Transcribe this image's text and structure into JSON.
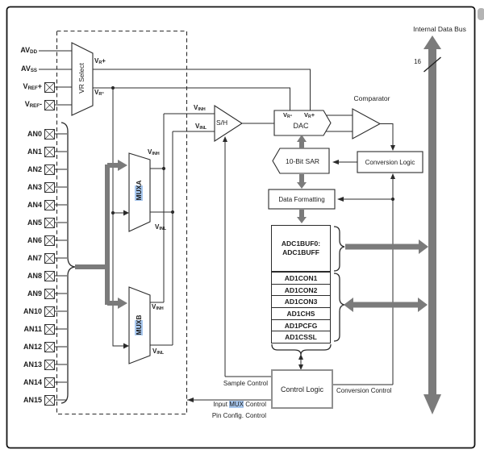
{
  "diagram": {
    "internal_data_bus": {
      "label": "Internal Data Bus",
      "bus_width": "16"
    },
    "supply_pins": [
      {
        "id": "avdd",
        "segs": [
          {
            "t": "AV"
          },
          {
            "t": "DD",
            "sub": true
          }
        ],
        "has_pad": false
      },
      {
        "id": "avss",
        "segs": [
          {
            "t": "AV"
          },
          {
            "t": "SS",
            "sub": true
          }
        ],
        "has_pad": false
      },
      {
        "id": "vref+",
        "segs": [
          {
            "t": "V"
          },
          {
            "t": "REF",
            "sub": true
          },
          {
            "t": "+"
          }
        ],
        "has_pad": true
      },
      {
        "id": "vref-",
        "segs": [
          {
            "t": "V"
          },
          {
            "t": "REF",
            "sub": true
          },
          {
            "t": "-"
          }
        ],
        "has_pad": true
      }
    ],
    "analog_pins": [
      "AN0",
      "AN1",
      "AN2",
      "AN3",
      "AN4",
      "AN5",
      "AN6",
      "AN7",
      "AN8",
      "AN9",
      "AN10",
      "AN11",
      "AN12",
      "AN13",
      "AN14",
      "AN15"
    ],
    "blocks": {
      "vr_select": "VR Select",
      "sh": "S/H",
      "dac": "DAC",
      "comparator": "Comparator",
      "sar": "10-Bit SAR",
      "conversion_logic": "Conversion Logic",
      "data_formatting": "Data Formatting",
      "control_logic": "Control Logic",
      "buffer": [
        "ADC1BUF0:",
        "ADC1BUFF"
      ],
      "registers": [
        "AD1CON1",
        "AD1CON2",
        "AD1CON3",
        "AD1CHS",
        "AD1PCFG",
        "AD1CSSL"
      ]
    },
    "mux_a": [
      {
        "t": "MUX",
        "hl": true
      },
      {
        "t": " A"
      }
    ],
    "mux_b": [
      {
        "t": "MUX",
        "hl": true
      },
      {
        "t": " B"
      }
    ],
    "wire_labels": {
      "vr_plus": [
        {
          "t": "V"
        },
        {
          "t": "R",
          "sub": true
        },
        {
          "t": "+"
        }
      ],
      "vr_minus": [
        {
          "t": "V"
        },
        {
          "t": "R",
          "sub": true
        },
        {
          "t": "-"
        }
      ],
      "vinh": [
        {
          "t": "V"
        },
        {
          "t": "INH",
          "sub": true
        }
      ],
      "vinl": [
        {
          "t": "V"
        },
        {
          "t": "INL",
          "sub": true
        }
      ]
    },
    "control_labels": {
      "sample": "Sample Control",
      "input_mux": [
        {
          "t": "Input "
        },
        {
          "t": "MUX",
          "hl": true
        },
        {
          "t": " Control"
        }
      ],
      "pin_config": "Pin Config. Control",
      "conversion": "Conversion Control"
    },
    "colors": {
      "line": "#2b2b2b",
      "bus": "#7b7b7b",
      "highlight": "#a7c7ee",
      "control_border": "#909090"
    }
  }
}
